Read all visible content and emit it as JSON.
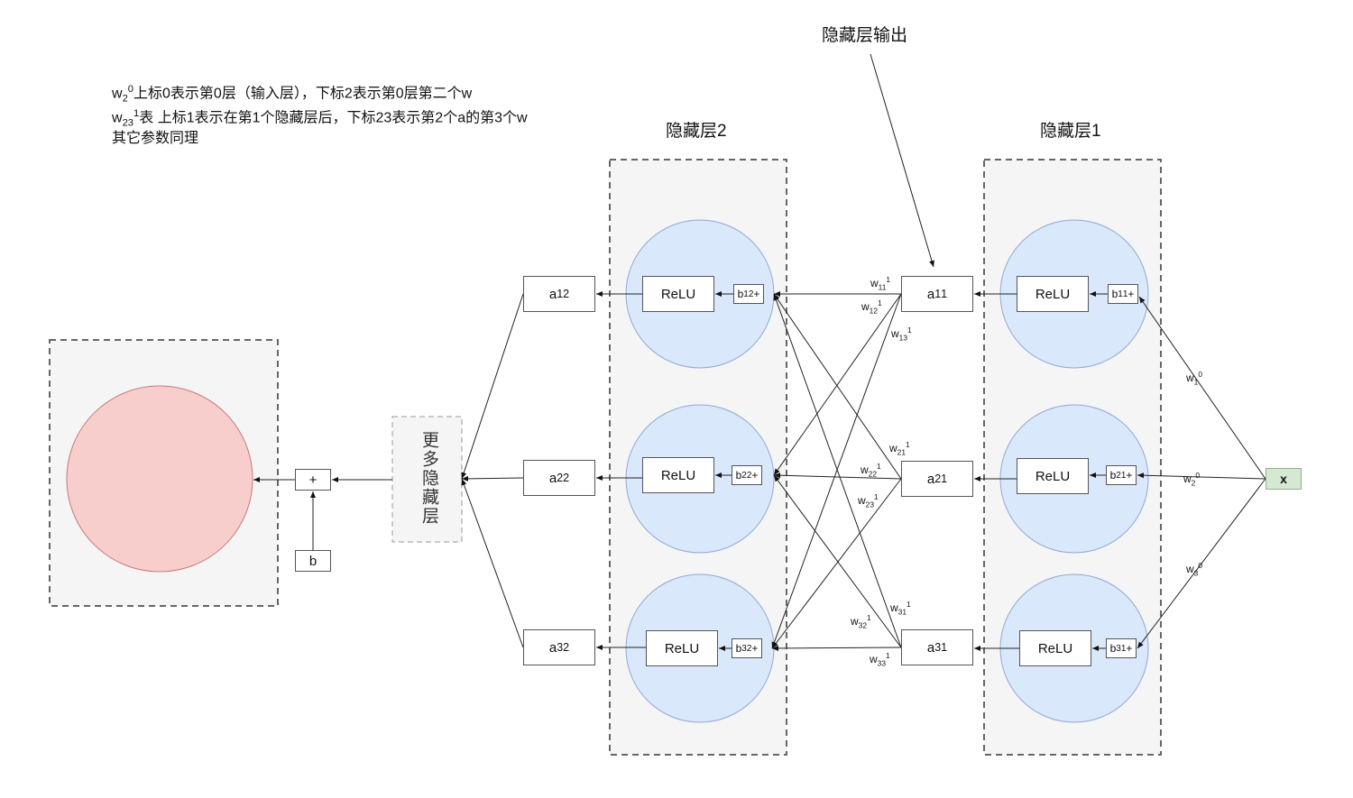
{
  "notes": [
    {
      "sym": "w",
      "sub": "2",
      "sup": "0",
      "text": "上标0表示第0层（输入层），下标2表示第0层第二个w"
    },
    {
      "sym": "w",
      "sub": "23",
      "sup": "1",
      "text": "表 上标1表示在第1个隐藏层后，下标23表示第2个a的第3个w"
    },
    {
      "sym": "",
      "sub": "",
      "sup": "",
      "text": "其它参数同理"
    }
  ],
  "titles": {
    "hidden_output": "隐藏层输出",
    "hidden_layer_2": "隐藏层2",
    "hidden_layer_1": "隐藏层1",
    "more_hidden": "更多隐藏层"
  },
  "input": {
    "label": "x"
  },
  "output_block": {
    "plus": "+",
    "bias": "b"
  },
  "activation_label": "ReLU",
  "layer1": {
    "biases": [
      {
        "sym": "b",
        "sub": "1",
        "sup": "1"
      },
      {
        "sym": "b",
        "sub": "2",
        "sup": "1"
      },
      {
        "sym": "b",
        "sub": "3",
        "sup": "1"
      }
    ],
    "outputs": [
      {
        "sym": "a",
        "sub": "1",
        "sup": "1"
      },
      {
        "sym": "a",
        "sub": "2",
        "sup": "1"
      },
      {
        "sym": "a",
        "sub": "3",
        "sup": "1"
      }
    ]
  },
  "layer2": {
    "biases": [
      {
        "sym": "b",
        "sub": "1",
        "sup": "2"
      },
      {
        "sym": "b",
        "sub": "2",
        "sup": "2"
      },
      {
        "sym": "b",
        "sub": "3",
        "sup": "2"
      }
    ],
    "outputs": [
      {
        "sym": "a",
        "sub": "1",
        "sup": "2"
      },
      {
        "sym": "a",
        "sub": "2",
        "sup": "2"
      },
      {
        "sym": "a",
        "sub": "3",
        "sup": "2"
      }
    ]
  },
  "input_weights": [
    {
      "sym": "w",
      "sub": "1",
      "sup": "0"
    },
    {
      "sym": "w",
      "sub": "2",
      "sup": "0"
    },
    {
      "sym": "w",
      "sub": "3",
      "sup": "0"
    }
  ],
  "hidden_weights": [
    {
      "sym": "w",
      "sub": "11",
      "sup": "1"
    },
    {
      "sym": "w",
      "sub": "12",
      "sup": "1"
    },
    {
      "sym": "w",
      "sub": "13",
      "sup": "1"
    },
    {
      "sym": "w",
      "sub": "21",
      "sup": "1"
    },
    {
      "sym": "w",
      "sub": "22",
      "sup": "1"
    },
    {
      "sym": "w",
      "sub": "23",
      "sup": "1"
    },
    {
      "sym": "w",
      "sub": "31",
      "sup": "1"
    },
    {
      "sym": "w",
      "sub": "32",
      "sup": "1"
    },
    {
      "sym": "w",
      "sub": "33",
      "sup": "1"
    }
  ],
  "colors": {
    "neuron_fill": "#dae8fc",
    "neuron_stroke": "#8fa9d6",
    "output_fill": "#f8cecc",
    "output_stroke": "#c8797a",
    "input_fill": "#d5e8d4",
    "input_stroke": "#8fb585",
    "group_fill": "#f5f5f5",
    "group_stroke": "#666666"
  }
}
